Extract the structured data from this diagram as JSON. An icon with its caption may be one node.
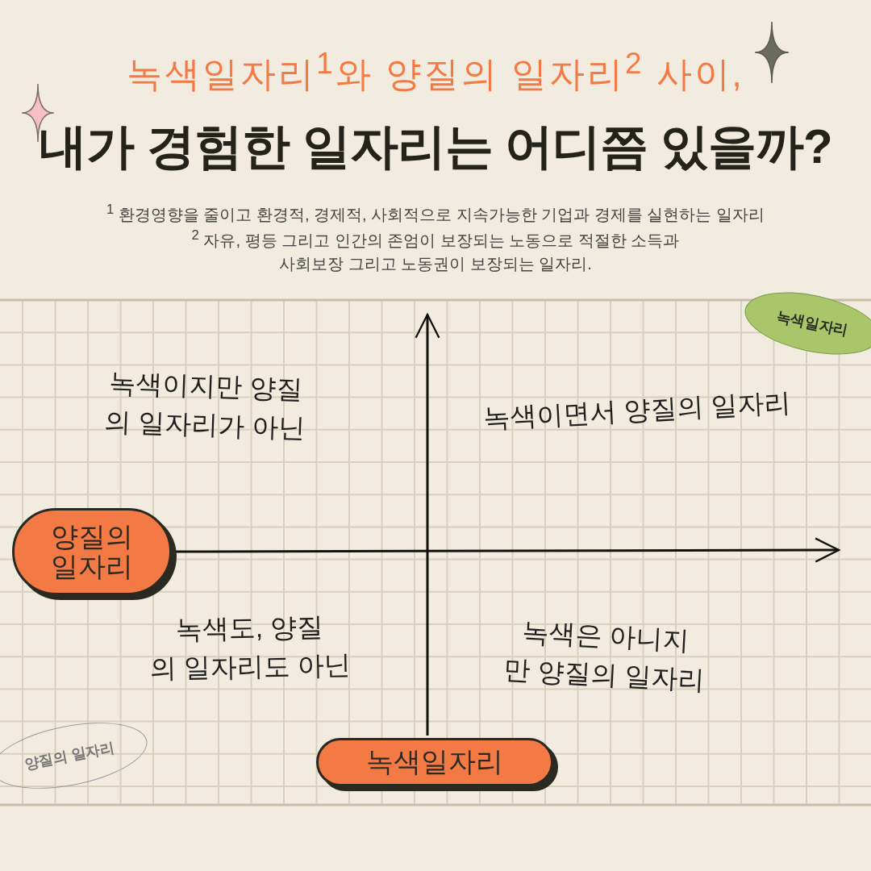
{
  "diagram": {
    "title": "내가 경험한 일자리는 어디쯤 있을까?",
    "nodes": [
      {
        "text": [
          "양질의 일자리"
        ]
      },
      {
        "text": [
          "녹색일자리"
        ]
      },
      {
        "text": [
          "녹색일자리"
        ]
      },
      {
        "text": [
          "양질의 일자리"
        ]
      }
    ],
    "edges": [
      {
        "from": 0,
        "to": null,
        "arrow": "to"
      },
      {
        "from": 1,
        "to": null,
        "arrow": "to"
      }
    ],
    "labels": [
      "녹색일자리$^{1}$와 양질의 일자리$^{2}$ 사이,",
      "$^{1}$ 환경영향을 줄이고 환경적, 경제적, 사회적으로 지속가능한 기업과 경제를 실현하는 일자리",
      "$^{2}$ 자유, 평등 그리고 인간의 존엄이 보장되는 노동으로 적절한 소득과 사회보장 그리고 노동권이 보장되는 일자리.",
      "녹색이지만 양질의 일자리가 아닌",
      "녹색이면서 양질의 일자리",
      "녹색도, 양질의 일자리도 아닌",
      "녹색은 아니지만 양질의 일자리"
    ]
  }
}
